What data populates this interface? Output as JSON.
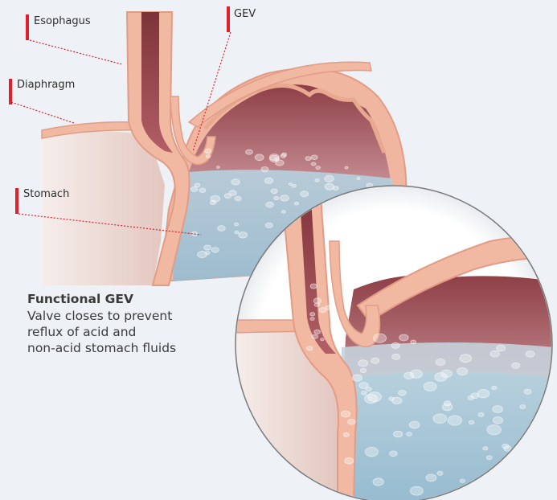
{
  "labels": {
    "esophagus": "Esophagus",
    "gev": "GEV",
    "diaphragm": "Diaphragm",
    "stomach": "Stomach"
  },
  "caption": {
    "title": "Functional GEV",
    "lines": [
      "Valve closes to prevent",
      "reflux of acid and",
      "non-acid stomach fluids"
    ]
  },
  "colors": {
    "background": "#eef1f5",
    "tissue_wall": "#f2b9a2",
    "tissue_outline": "#e29c86",
    "lumen_dark": "#8e3f46",
    "stomach_interior_top": "#9b4f55",
    "fluid_blue": "#a9c8d8",
    "marker_red": "#e2202c",
    "skin_shadow": "#e7c9c0"
  }
}
